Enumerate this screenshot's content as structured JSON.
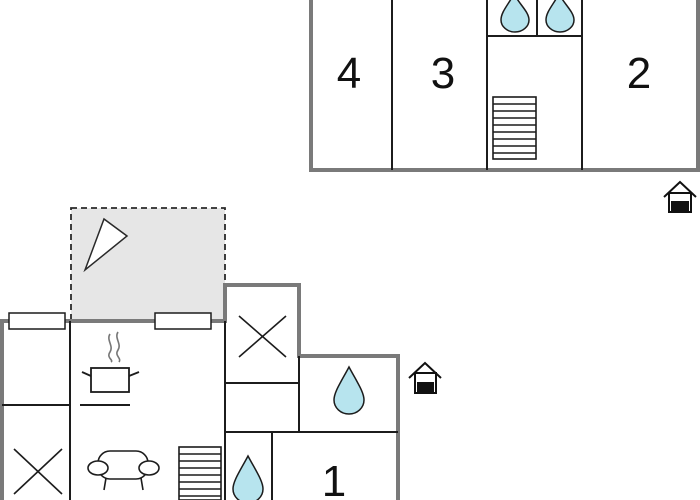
{
  "rooms": {
    "room_1": "1",
    "room_2": "2",
    "room_3": "3",
    "room_4": "4"
  },
  "icons": {
    "water": "water-drop-icon",
    "stairs": "stairs-icon",
    "entrance": "entrance-house-icon",
    "bed": "single-bed-cross-icon",
    "cooking": "cooking-pot-icon",
    "sofa": "sofa-icon",
    "terrace": "terrace-sun-icon",
    "window": "window-icon"
  },
  "colors": {
    "outer_wall": "#7a7a7a",
    "inner_wall": "#1c1c1c",
    "water_fill": "#b7e4ee",
    "terrace_fill": "#e6e6e6",
    "entrance_fill": "#111111"
  }
}
